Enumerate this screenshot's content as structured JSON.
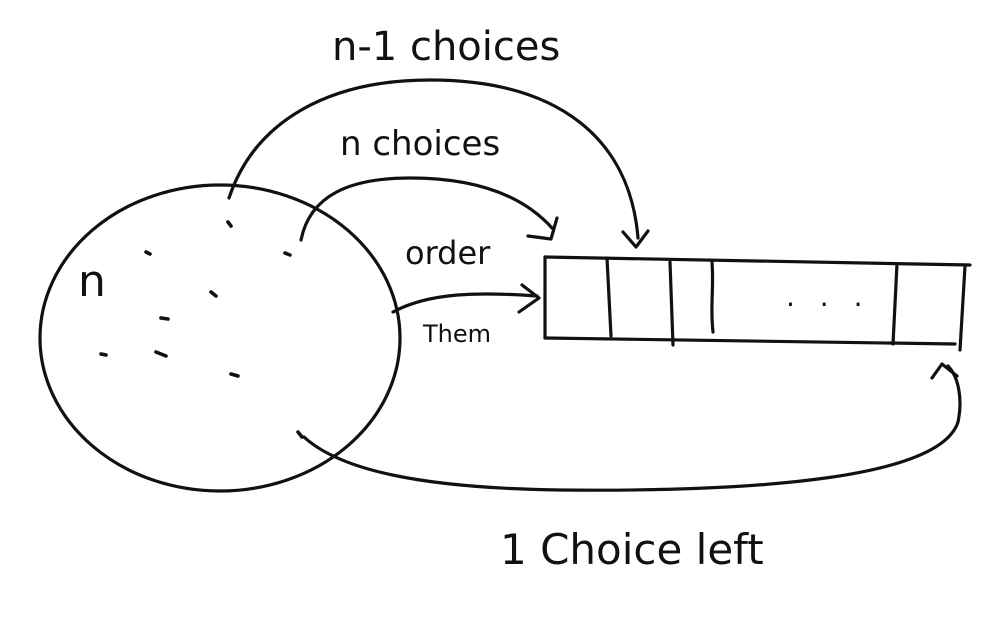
{
  "set_label": "n",
  "labels": {
    "top_arc": "n-1 choices",
    "middle_arc": "n choices",
    "order": "order",
    "them": "Them",
    "bottom_arc": "1 Choice left"
  },
  "array_ellipsis": ". . ."
}
